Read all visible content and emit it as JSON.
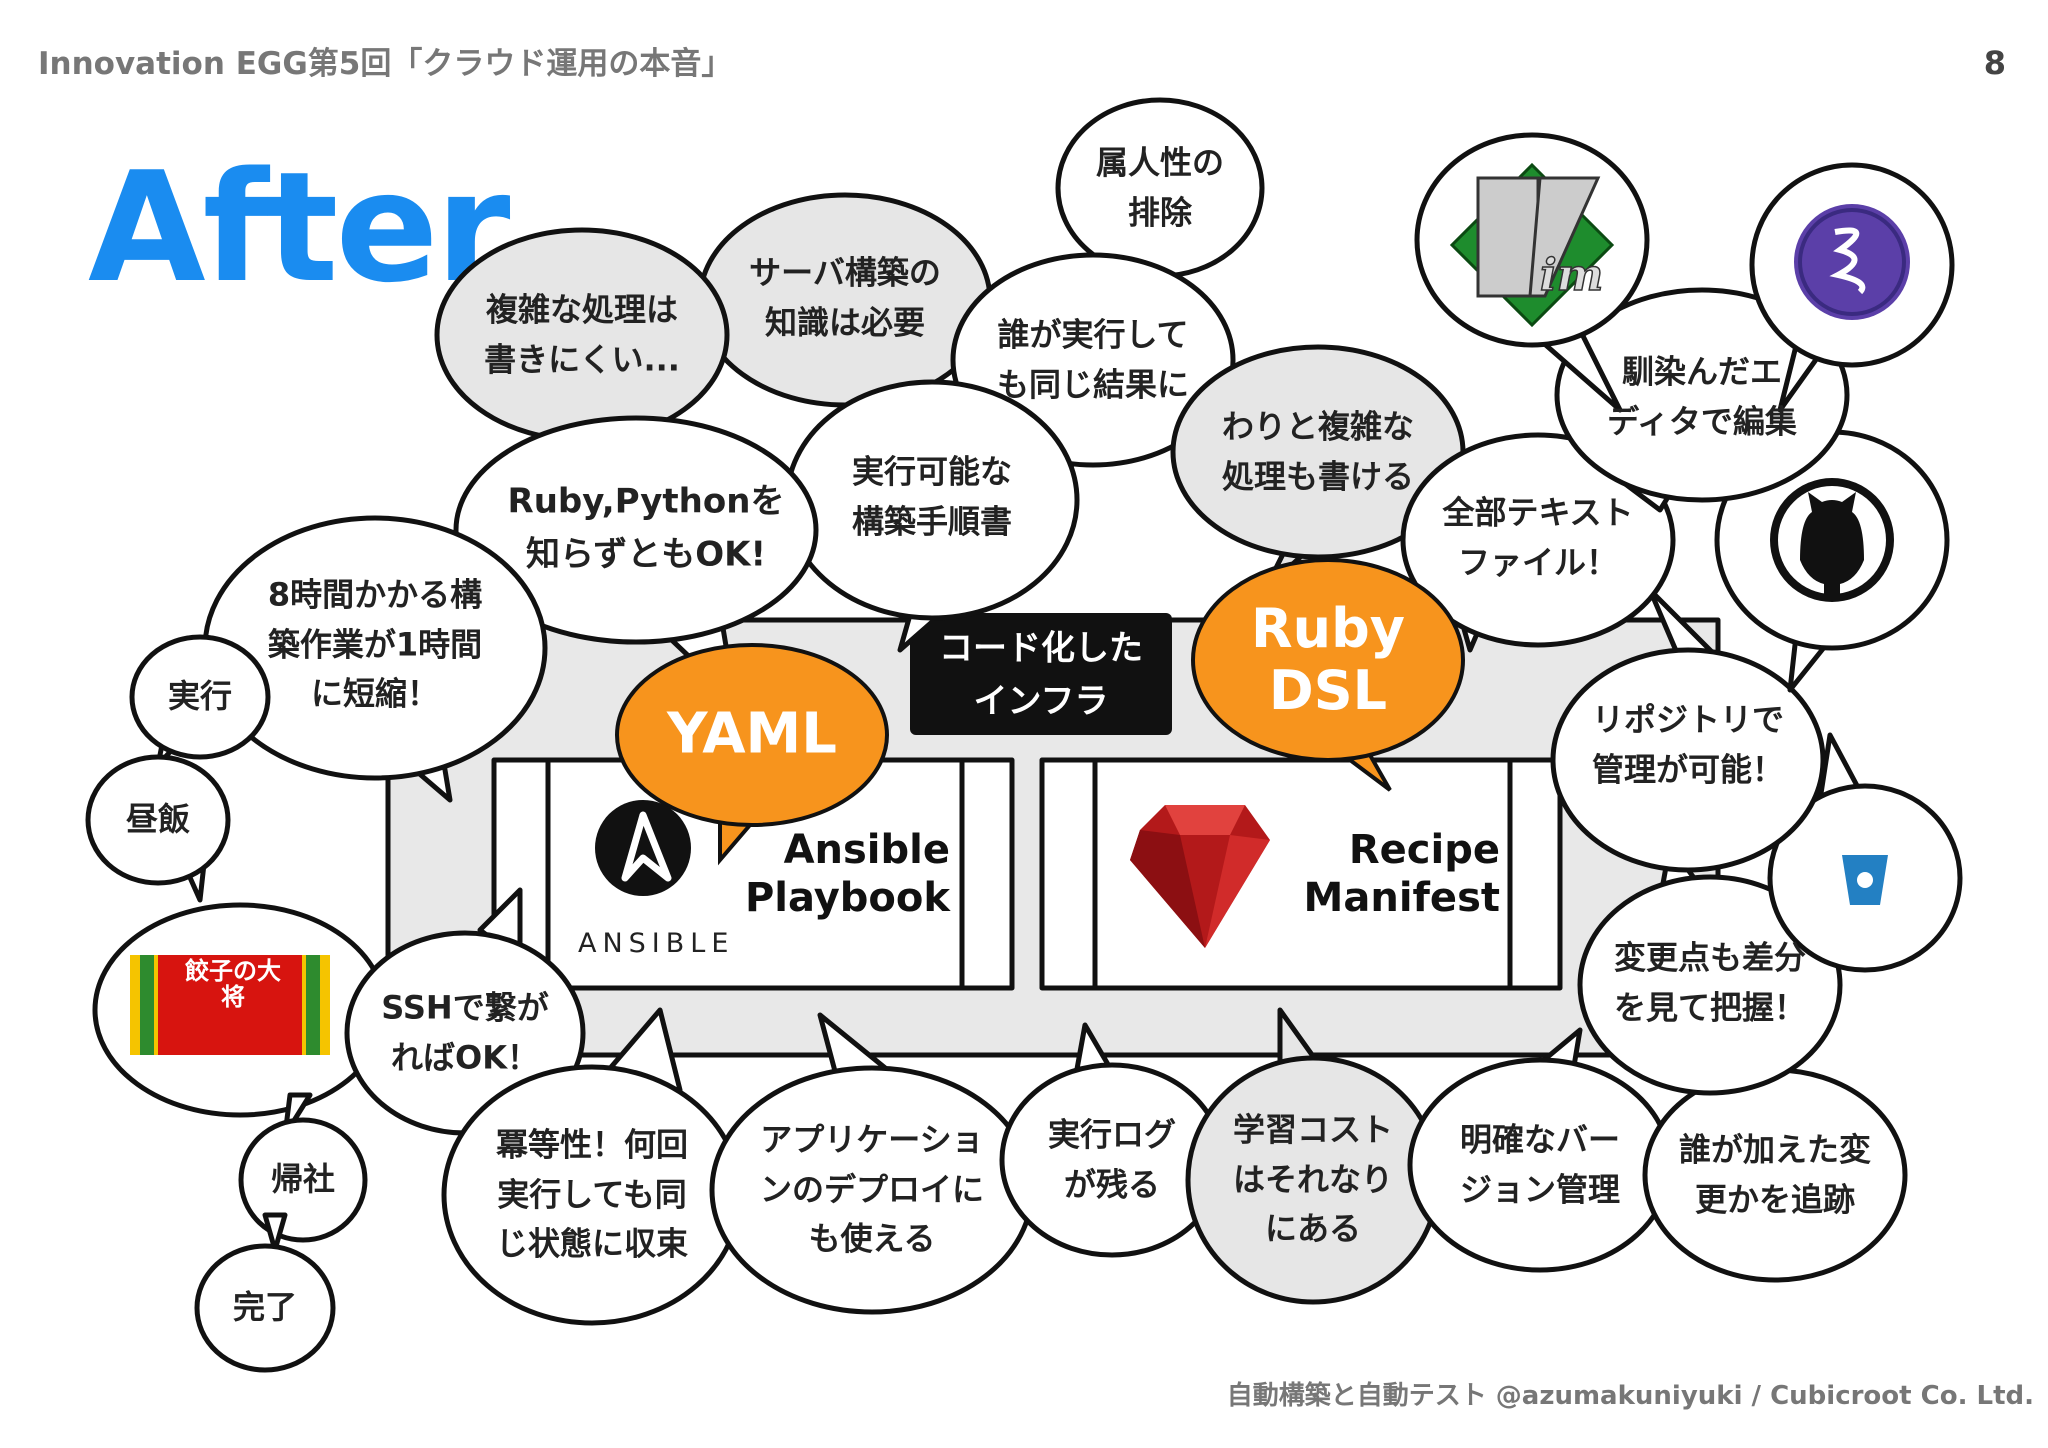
{
  "header": {
    "title": "Innovation EGG第5回「クラウド運用の本音」",
    "page": "8"
  },
  "heading": "After",
  "footer": "自動構築と自動テスト @azumakuniyuki / Cubicroot Co. Ltd.",
  "center": {
    "label": "コード化した\nインフラ",
    "left_title": "Ansible\nPlaybook",
    "left_logo_text": "ANSIBLE",
    "right_title": "Recipe\nManifest",
    "yaml": "YAML",
    "ruby_dsl": "Ruby\nDSL"
  },
  "bubbles": {
    "zokujin": "属人性の\n排除",
    "server": "サーバ構築の\n知識は必要",
    "fukuzatsu": "複雑な処理は\n書きにくい...",
    "dare": "誰が実行して\nも同じ結果に",
    "warito": "わりと複雑な\n処理も書ける",
    "jikkou_kanou": "実行可能な\n構築手順書",
    "rubypython": "Ruby,Pythonを\n知らずともOK!",
    "hachi": "8時間かかる構\n築作業が1時間\nに短縮！",
    "jikkou": "実行",
    "hirumeshi": "昼飯",
    "kisha": "帰社",
    "kanryo": "完了",
    "ssh": "SSHで繋が\nればOK！",
    "bekitou": "冪等性！何回\n実行しても同\nじ状態に収束",
    "app": "アプリケーショ\nンのデプロイに\nも使える",
    "log": "実行ログ\nが残る",
    "gakushu": "学習コスト\nはそれなり\nにある",
    "meikaku": "明確なバー\nジョン管理",
    "darega": "誰が加えた変\n更かを追跡",
    "henkou": "変更点も差分\nを見て把握！",
    "repo": "リポジトリで\n管理が可能！",
    "zenbu": "全部テキスト\nファイル！",
    "najimi": "馴染んだエ\nディタで編集"
  },
  "logos": {
    "vim": "vim-logo",
    "emacs": "emacs-logo",
    "github": "github-octocat-logo",
    "bitbucket": "bitbucket-logo",
    "ruby": "ruby-gem-logo",
    "gyoza": "餃子の大将"
  },
  "colors": {
    "accent_blue": "#1a8cf0",
    "orange": "#f7941d",
    "bubble_grey": "#e6e6e6"
  }
}
